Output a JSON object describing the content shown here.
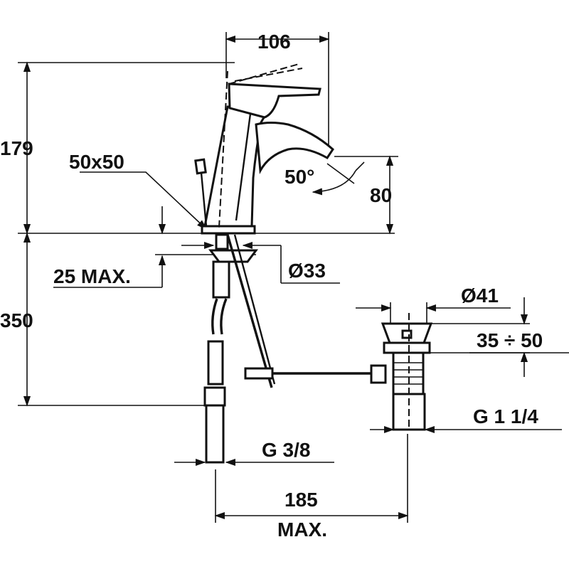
{
  "dimensions": {
    "spout_reach": "106",
    "total_height": "179",
    "base_size": "50x50",
    "lever_angle": "50°",
    "spout_height": "80",
    "mount_hole": "Ø33",
    "deck_thickness": "25 MAX.",
    "supply_length": "350",
    "waste_diameter": "Ø41",
    "waste_adjust": "35 ÷ 50",
    "waste_thread": "G 1 1/4",
    "supply_thread": "G 3/8",
    "rod_length": "185",
    "rod_length_suffix": "MAX."
  },
  "colors": {
    "line": "#111111",
    "background": "#ffffff"
  }
}
